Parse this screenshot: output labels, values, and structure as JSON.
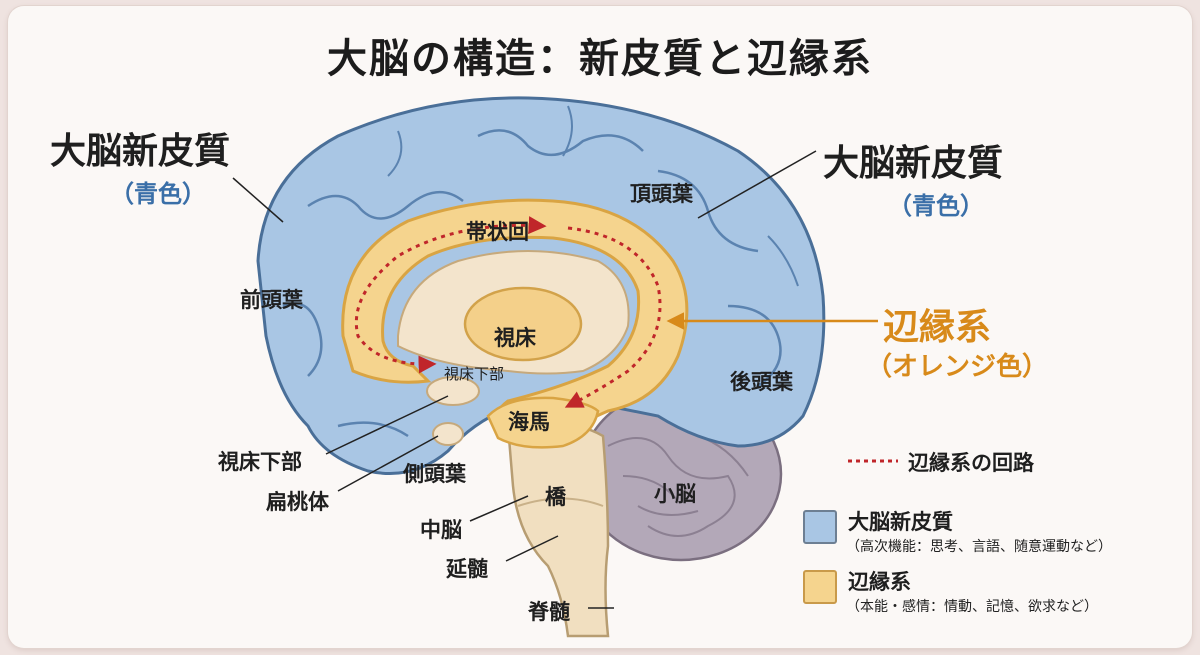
{
  "title": "大脳の構造：新皮質と辺縁系",
  "cortex_left": {
    "name": "大脳新皮質",
    "color_note": "（青色）"
  },
  "cortex_right": {
    "name": "大脳新皮質",
    "color_note": "（青色）"
  },
  "limbic": {
    "name": "辺縁系",
    "color_note": "（オレンジ色）"
  },
  "regions": {
    "parietal": "頂頭葉",
    "frontal": "前頭葉",
    "occipital": "後頭葉",
    "temporal": "側頭葉",
    "cingulate": "帯状回",
    "thalamus": "視床",
    "hypothalamus_inner": "視床下部",
    "hypothalamus": "視床下部",
    "amygdala": "扁桃体",
    "hippocampus": "海馬",
    "pons": "橋",
    "midbrain": "中脳",
    "medulla": "延髄",
    "spinal_cord": "脊髄",
    "cerebellum": "小脳"
  },
  "legend": {
    "circuit": "辺縁系の回路",
    "cortex_title": "大脳新皮質",
    "cortex_desc": "（高次機能：思考、言語、随意運動など）",
    "limbic_title": "辺縁系",
    "limbic_desc": "（本能・感情：情動、記憶、欲求など）"
  },
  "colors": {
    "cortex": "#a9c6e4",
    "limbic": "#f5d48e",
    "cerebellum": "#b3a8b8",
    "brainstem": "#f1dfc0",
    "circuit": "#c0262a"
  }
}
